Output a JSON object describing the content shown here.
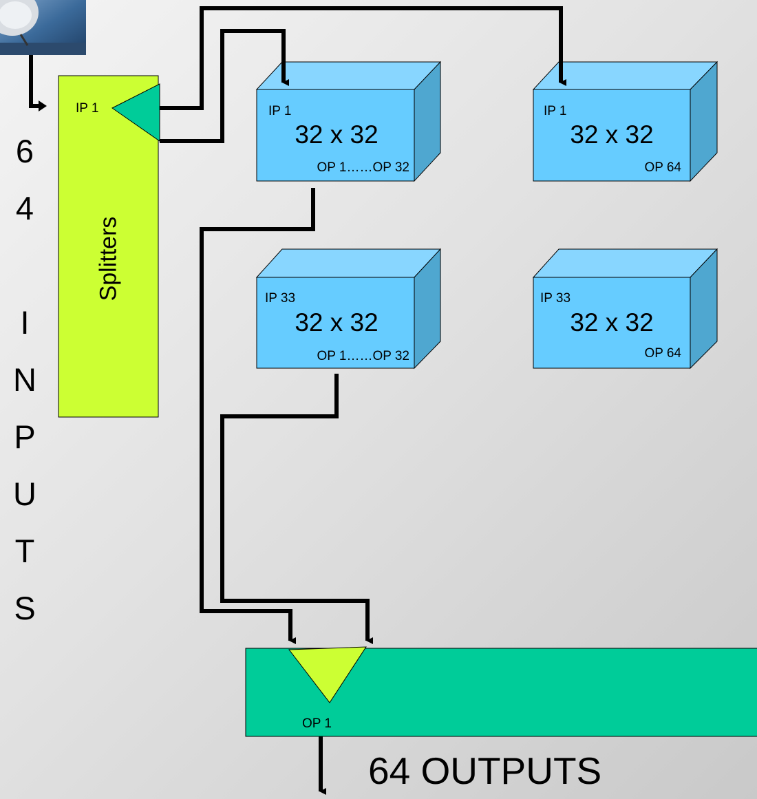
{
  "inputs_label": [
    "6",
    "4",
    "",
    "I",
    "N",
    "P",
    "U",
    "T",
    "S"
  ],
  "splitter": {
    "title": "Splitters",
    "port": "IP 1"
  },
  "matrices": [
    {
      "ip": "IP 1",
      "size": "32 x 32",
      "op": "OP 1……OP 32"
    },
    {
      "ip": "IP 1",
      "size": "32 x 32",
      "op": "OP 64"
    },
    {
      "ip": "IP 33",
      "size": "32 x 32",
      "op": "OP 1……OP 32"
    },
    {
      "ip": "IP 33",
      "size": "32 x 32",
      "op": "OP 64"
    }
  ],
  "combiner": {
    "port": "OP 1"
  },
  "outputs_label": "64 OUTPUTS",
  "colors": {
    "splitter": "#ccff33",
    "matrix_front": "#66ccff",
    "matrix_top": "#88d6ff",
    "matrix_side": "#4fa7d0",
    "combiner": "#00cc99",
    "splitter_triangle": "#00cc99",
    "combiner_triangle": "#ccff33",
    "wires": "#000000"
  }
}
